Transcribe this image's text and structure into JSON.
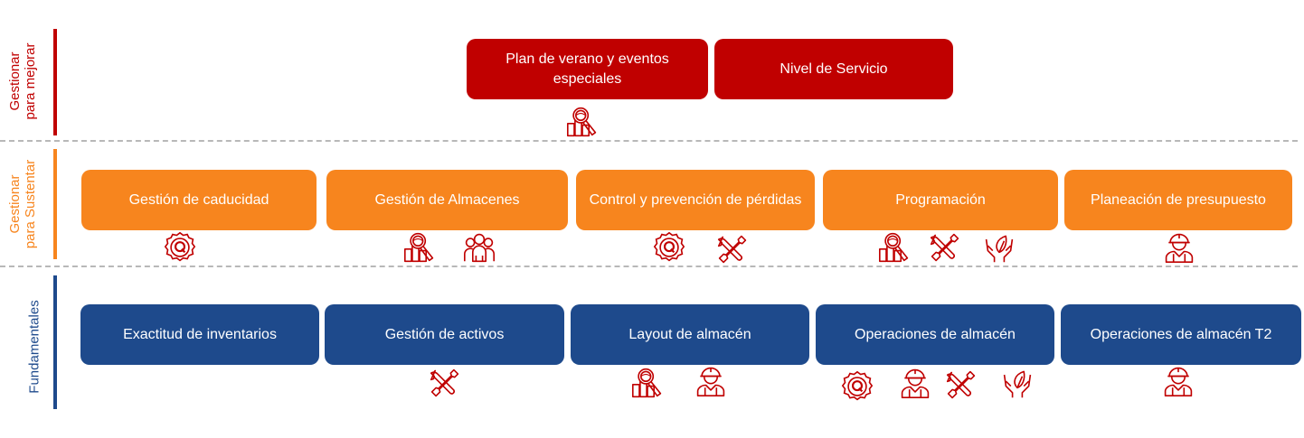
{
  "sections": {
    "mejorar": {
      "label_line1": "Gestionar",
      "label_line2": "para mejorar",
      "color": "#c00000",
      "boxes": [
        {
          "label": "Plan de verano y eventos especiales",
          "icons": [
            "analysis-icon"
          ]
        },
        {
          "label": "Nivel de Servicio",
          "icons": []
        }
      ]
    },
    "sustentar": {
      "label_line1": "Gestionar",
      "label_line2": "para Sustentar",
      "color": "#f7851e",
      "boxes": [
        {
          "label": "Gestión de caducidad",
          "icons": [
            "quality-badge-icon"
          ]
        },
        {
          "label": "Gestión de Almacenes",
          "icons": [
            "analysis-icon",
            "team-icon"
          ]
        },
        {
          "label": "Control y prevención de pérdidas",
          "icons": [
            "quality-badge-icon",
            "tools-icon"
          ]
        },
        {
          "label": "Programación",
          "icons": [
            "analysis-icon",
            "tools-icon",
            "sustainability-icon"
          ]
        },
        {
          "label": "Planeación de presupuesto",
          "icons": [
            "worker-icon"
          ]
        }
      ]
    },
    "fundamentales": {
      "label": "Fundamentales",
      "color": "#1e4a8c",
      "boxes": [
        {
          "label": "Exactitud de inventarios",
          "icons": []
        },
        {
          "label": "Gestión de activos",
          "icons": [
            "tools-icon"
          ]
        },
        {
          "label": "Layout de almacén",
          "icons": [
            "analysis-icon",
            "worker-icon"
          ]
        },
        {
          "label": "Operaciones de almacén",
          "icons": [
            "quality-badge-icon",
            "worker-icon",
            "tools-icon",
            "sustainability-icon"
          ]
        },
        {
          "label": "Operaciones de almacén T2",
          "icons": [
            "worker-icon"
          ]
        }
      ]
    }
  }
}
